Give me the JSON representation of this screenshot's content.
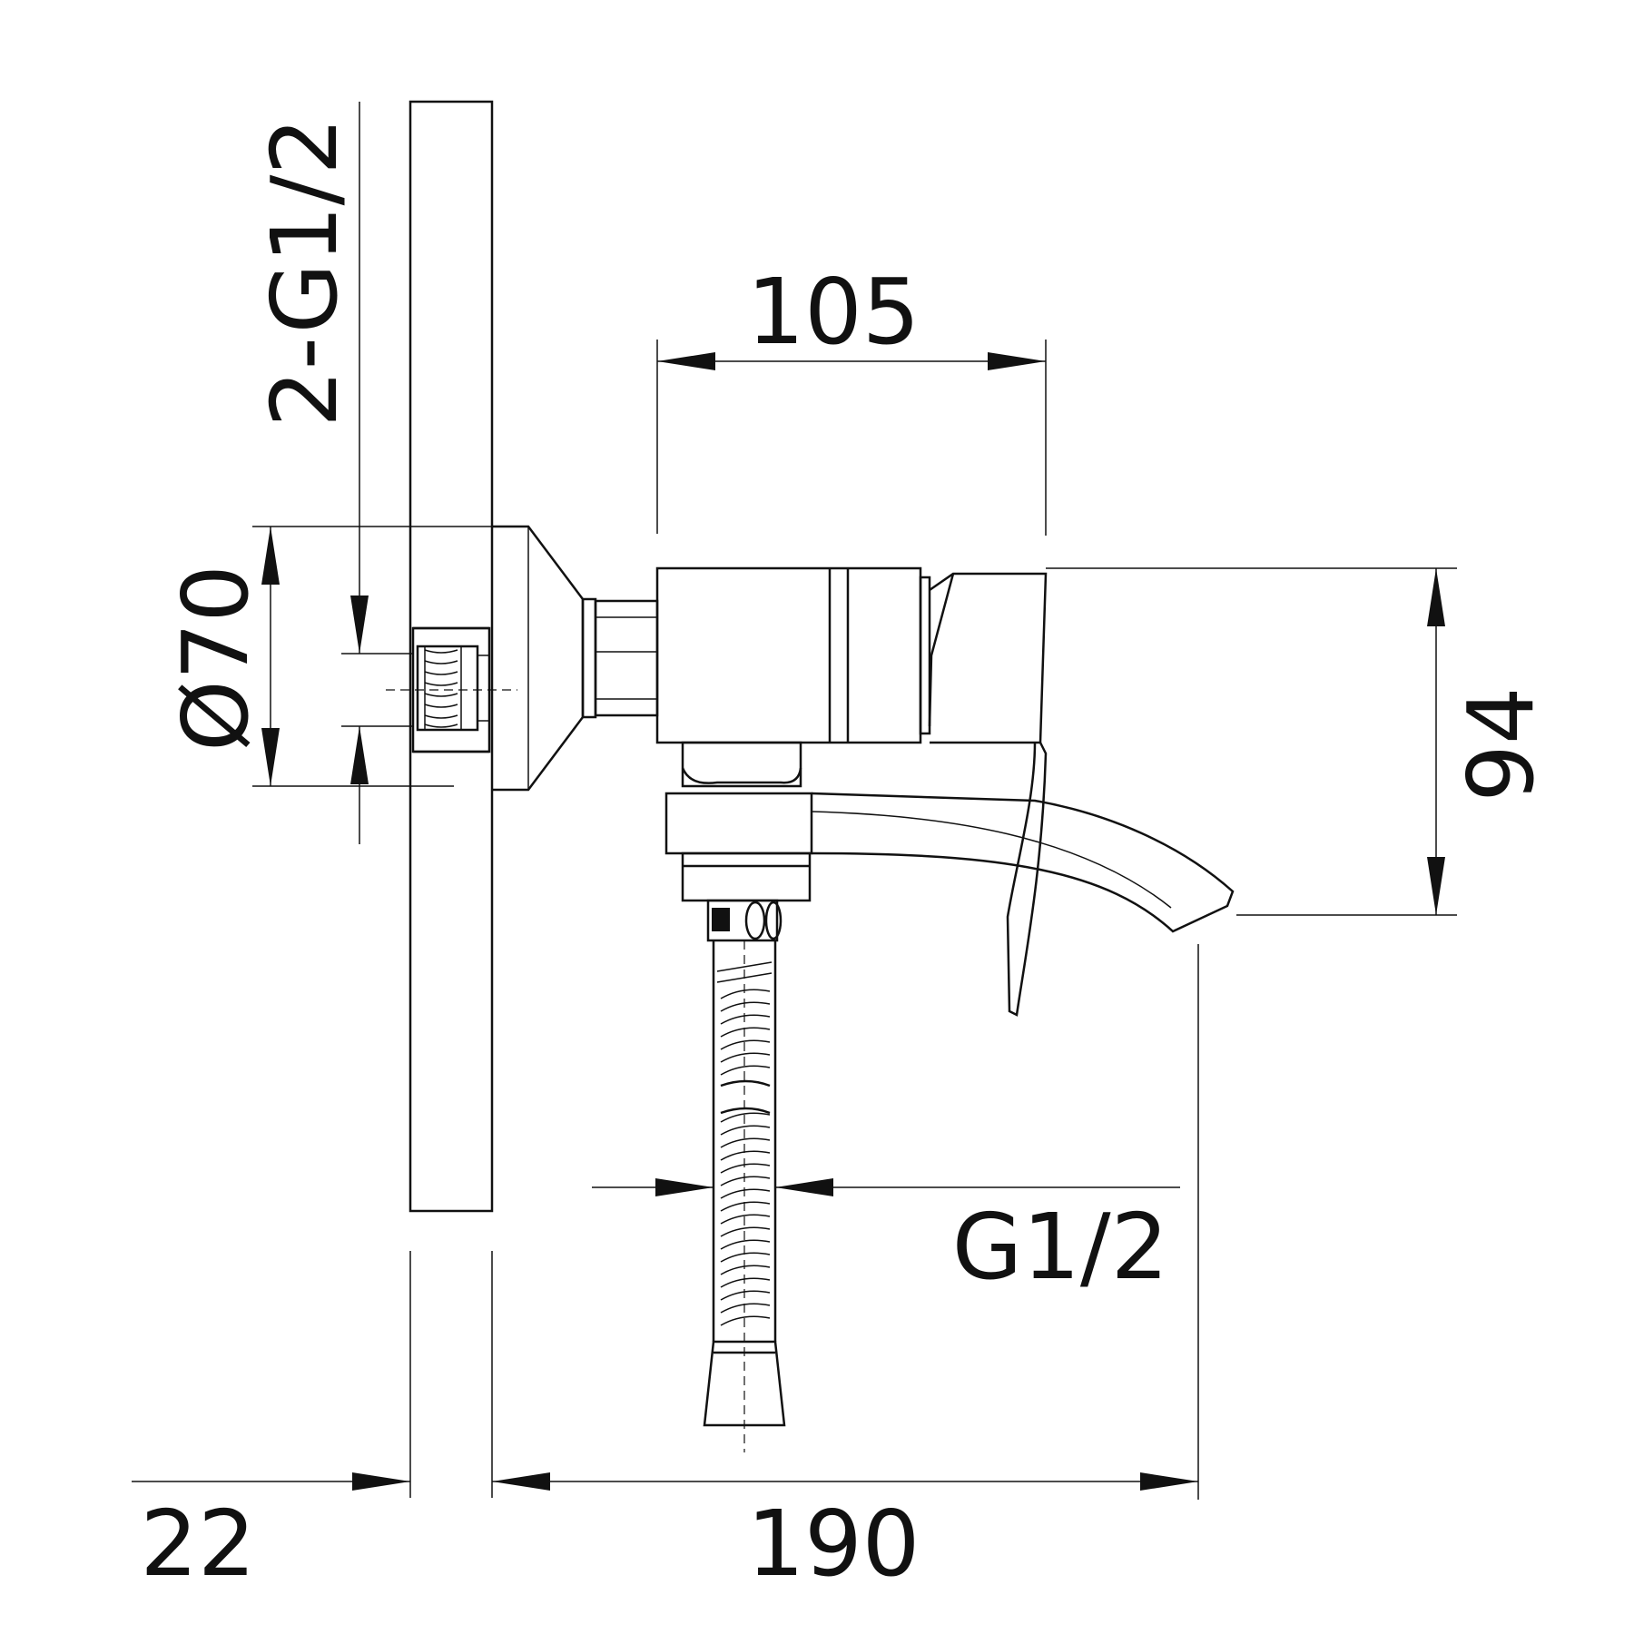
{
  "dimensions": {
    "inlet_thread": "2-G1/2",
    "flange_diameter": "Ø70",
    "body_length": "105",
    "height": "94",
    "hose_thread": "G1/2",
    "wall_offset": "22",
    "projection": "190"
  }
}
